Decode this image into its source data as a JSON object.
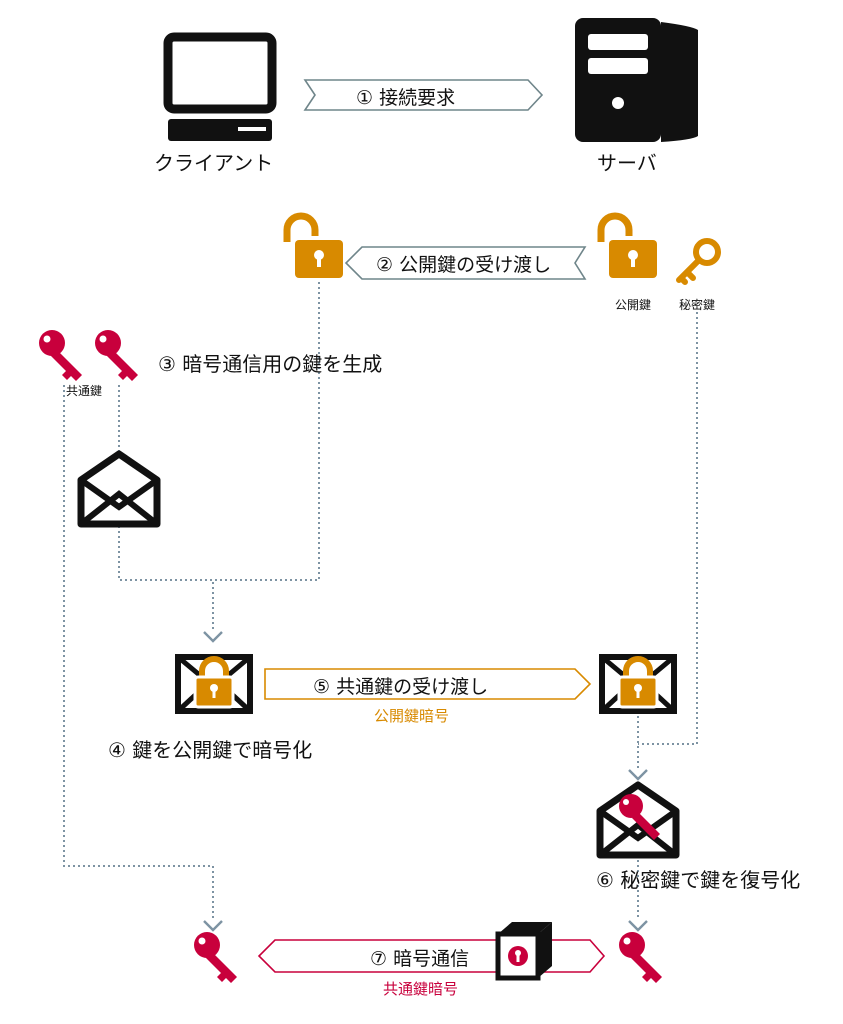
{
  "nodes": {
    "client": "クライアント",
    "server": "サーバ",
    "public_key": "公開鍵",
    "private_key": "秘密鍵",
    "common_key": "共通鍵"
  },
  "steps": {
    "s1": "① 接続要求",
    "s2": "② 公開鍵の受け渡し",
    "s3": "③ 暗号通信用の鍵を生成",
    "s4": "④ 鍵を公開鍵で暗号化",
    "s5": "⑤ 共通鍵の受け渡し",
    "s5_sub": "公開鍵暗号",
    "s6": "⑥ 秘密鍵で鍵を復号化",
    "s7": "⑦ 暗号通信",
    "s7_sub": "共通鍵暗号"
  },
  "colors": {
    "orange": "#d88a00",
    "crimson": "#c8003c",
    "gray_arrow": "#6f858a",
    "dotted": "#7d93a3",
    "black": "#111111"
  },
  "icons": [
    "monitor-icon",
    "server-tower-icon",
    "padlock-open-icon",
    "key-icon",
    "envelope-icon",
    "locked-envelope-icon",
    "cube-box-icon"
  ]
}
